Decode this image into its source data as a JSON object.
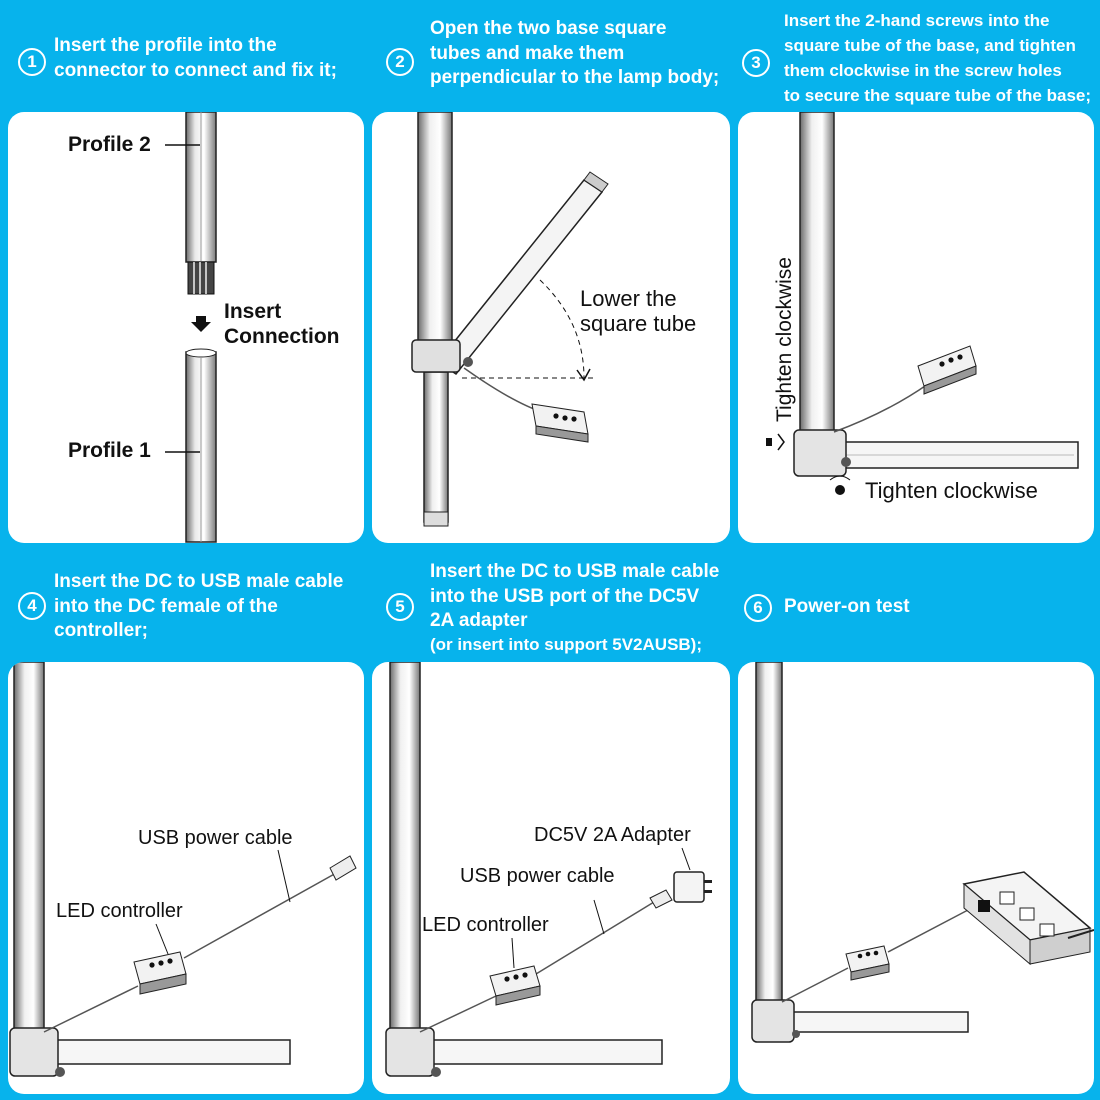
{
  "steps": [
    {
      "num": "1",
      "lines": [
        "Insert the profile into the",
        "connector to connect and fix it;"
      ]
    },
    {
      "num": "2",
      "lines": [
        "Open the two base square",
        "tubes and make them",
        "perpendicular to the lamp body;"
      ]
    },
    {
      "num": "3",
      "lines": [
        "Insert the 2-hand screws into the",
        "square tube of the base, and tighten",
        "them clockwise in the screw holes",
        "to secure the square tube of the base;"
      ]
    },
    {
      "num": "4",
      "lines": [
        "Insert the DC to USB male cable",
        "into the DC female of the",
        "controller;"
      ]
    },
    {
      "num": "5",
      "lines": [
        "Insert the DC to USB male cable",
        "into the USB port of the DC5V",
        "2A adapter",
        "(or insert into support 5V2AUSB);"
      ]
    },
    {
      "num": "6",
      "lines": [
        "Power-on test"
      ]
    }
  ],
  "panels": {
    "p1": {
      "profile2": "Profile 2",
      "insert": "Insert",
      "connection": "Connection",
      "profile1": "Profile 1"
    },
    "p2": {
      "lower1": "Lower the",
      "lower2": "square tube"
    },
    "p3": {
      "tighten_vertical": "Tighten clockwise",
      "tighten_bottom": "Tighten clockwise"
    },
    "p4": {
      "usb_cable": "USB power cable",
      "led_controller": "LED controller"
    },
    "p5": {
      "adapter": "DC5V 2A Adapter",
      "usb_cable": "USB power cable",
      "led_controller": "LED controller"
    }
  },
  "colors": {
    "background": "#07b3ec",
    "panel": "#ffffff",
    "text": "#ffffff"
  }
}
